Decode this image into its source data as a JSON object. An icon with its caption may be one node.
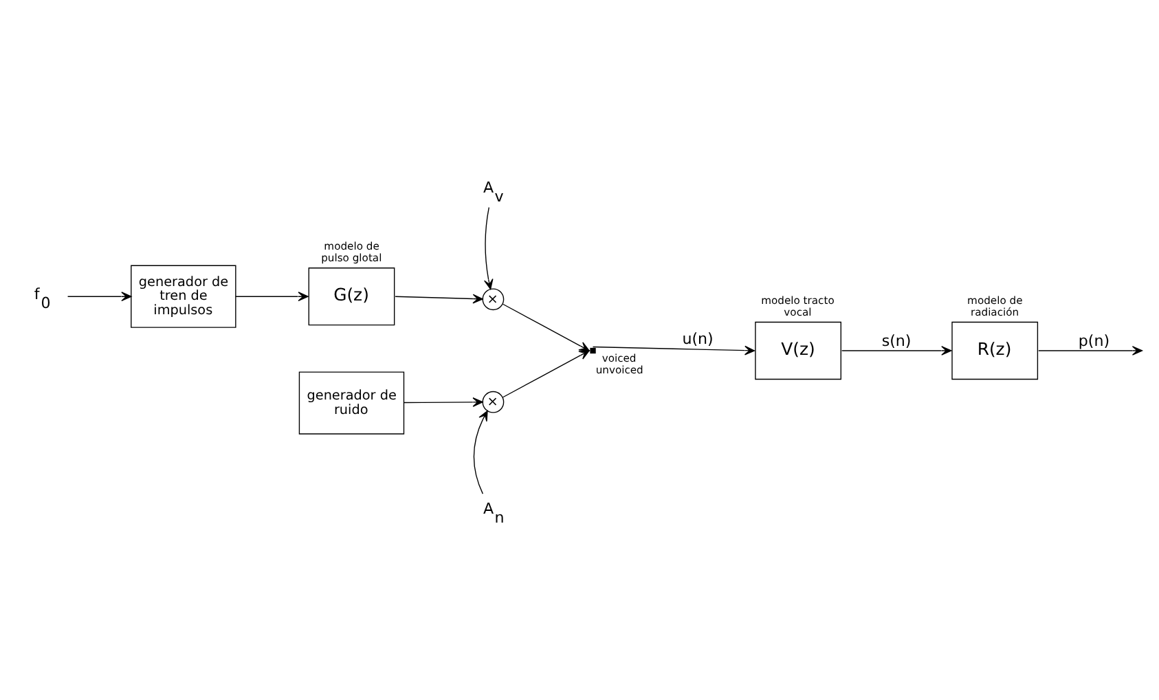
{
  "diagram": {
    "nodes": [
      {
        "text": [
          "generador de tren de impulsos"
        ]
      },
      {
        "text": [
          "modelo de pulso glotal",
          "G(z)"
        ]
      },
      {
        "text": [
          "A$_{v}$"
        ]
      },
      {
        "text": [
          "×"
        ]
      },
      {
        "text": [
          "f$_{0}$"
        ]
      },
      {
        "text": [],
        "shape": "switch",
        "beside": [
          "voiced",
          "unvoiced"
        ]
      },
      {
        "text": [
          "modelo tracto vocal",
          "V(z)"
        ]
      },
      {
        "text": [
          "modelo de radiación",
          "R(z)"
        ]
      },
      {
        "text": [
          "generador de ruido"
        ]
      },
      {
        "text": [
          "×"
        ]
      },
      {
        "text": [
          "A$_{n}$"
        ]
      }
    ],
    "edges": [
      {
        "from": 0,
        "to": 1,
        "arrow": "to"
      },
      {
        "from": 1,
        "to": 3,
        "arrow": "to"
      },
      {
        "from": 2,
        "to": 3,
        "arrow": "to"
      },
      {
        "from": 4,
        "to": 0,
        "arrow": "to"
      },
      {
        "from": 3,
        "to": 5,
        "arrow": "to"
      },
      {
        "from": 9,
        "to": 5,
        "arrow": "to"
      },
      {
        "from": 5,
        "to": 6,
        "label": "u(n)",
        "arrow": "to"
      },
      {
        "from": 6,
        "to": 7,
        "label": "s(n)",
        "arrow": "to"
      },
      {
        "from": 7,
        "to": null,
        "label": "p(n)",
        "arrow": "to"
      },
      {
        "from": 8,
        "to": 9,
        "arrow": "to"
      },
      {
        "from": 10,
        "to": 9,
        "arrow": "to"
      }
    ]
  }
}
